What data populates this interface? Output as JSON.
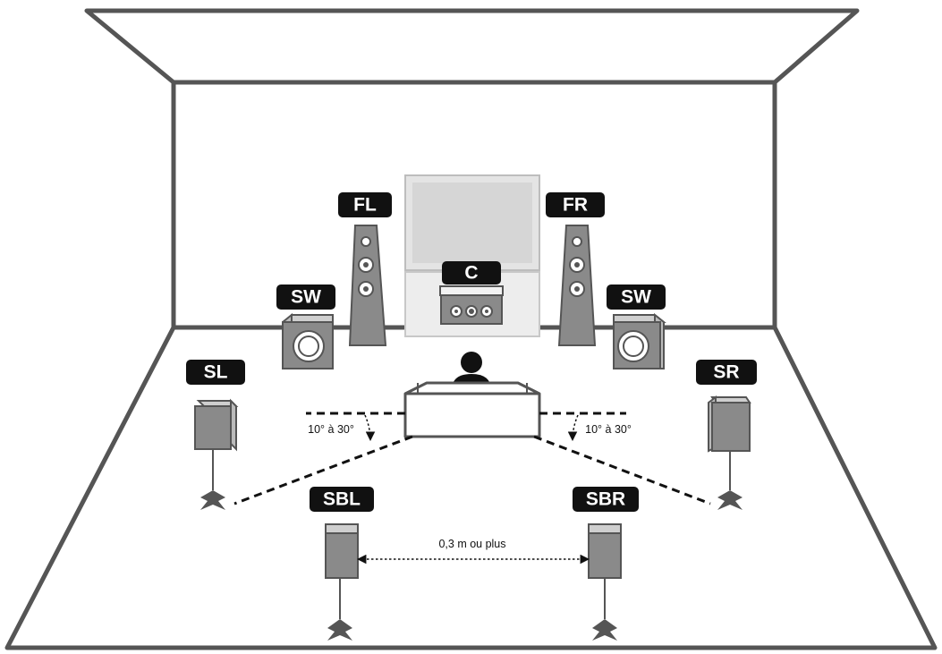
{
  "labels": {
    "fl": "FL",
    "fr": "FR",
    "c": "C",
    "sw_left": "SW",
    "sw_right": "SW",
    "sl": "SL",
    "sr": "SR",
    "sbl": "SBL",
    "sbr": "SBR"
  },
  "notes": {
    "angle_left": "10° à 30°",
    "angle_right": "10° à 30°",
    "distance": "0,3 m ou plus"
  },
  "colors": {
    "label_bg": "#111111",
    "speaker_fill": "#8a8a8a",
    "room_line": "#555555",
    "screen": "#dcdcdc"
  }
}
